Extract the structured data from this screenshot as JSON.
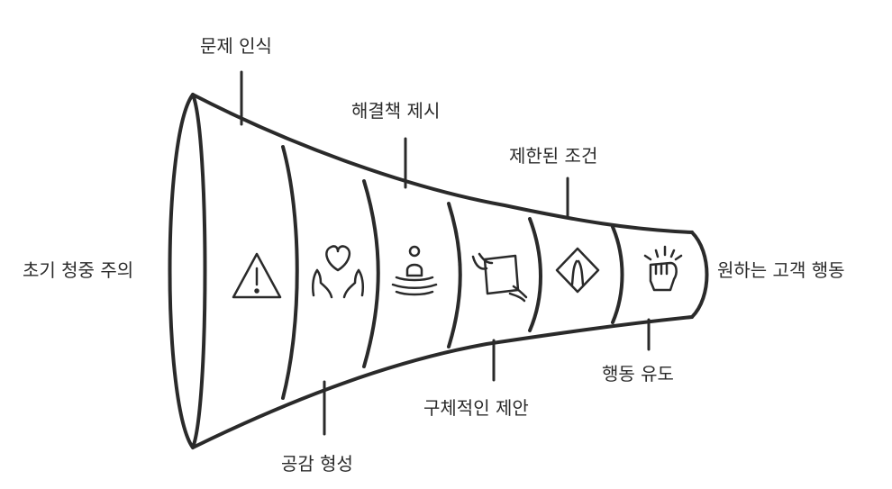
{
  "labels": {
    "start": "초기 청중 주의",
    "stage1": "문제 인식",
    "stage2": "공감 형성",
    "stage3": "해결책 제시",
    "stage4": "구체적인 제안",
    "stage5": "제한된 조건",
    "stage6": "행동 유도",
    "end": "원하는 고객 행동"
  },
  "stages": [
    {
      "key": "stage1",
      "icon": "warning-triangle-icon"
    },
    {
      "key": "stage2",
      "icon": "heart-in-hands-icon"
    },
    {
      "key": "stage3",
      "icon": "meditating-person-icon"
    },
    {
      "key": "stage4",
      "icon": "hand-with-document-icon"
    },
    {
      "key": "stage5",
      "icon": "road-sign-diamond-icon"
    },
    {
      "key": "stage6",
      "icon": "raised-fist-icon"
    }
  ]
}
